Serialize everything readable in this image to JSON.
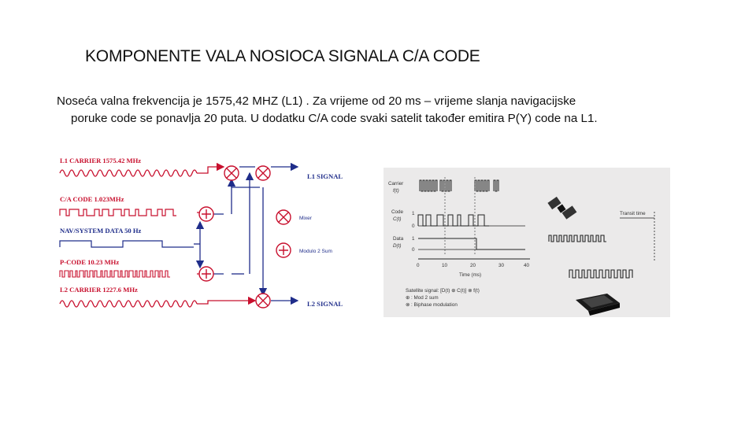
{
  "slide": {
    "title": "KOMPONENTE VALA NOSIOCA SIGNALA C/A CODE",
    "paragraph_line1": "Noseća valna frekvencija je 1575,42 MHZ (L1) . Za vrijeme od 20 ms – vrijeme slanja navigacijske",
    "paragraph_line2": "poruke code se ponavlja 20 puta. U dodatku C/A code svaki satelit također emitira P(Y) code na L1."
  },
  "left_diagram": {
    "signals": [
      {
        "label": "L1 CARRIER 1575.42 MHz"
      },
      {
        "label": "C/A CODE 1.023MHz"
      },
      {
        "label": "NAV/SYSTEM DATA 50 Hz"
      },
      {
        "label": "P-CODE 10.23 MHz"
      },
      {
        "label": "L2 CARRIER 1227.6 MHz"
      }
    ],
    "outputs": {
      "l1": "L1 SIGNAL",
      "l2": "L2 SIGNAL"
    },
    "legend": {
      "mixer": "Mixer",
      "modulo": "Modulo 2 Sum"
    },
    "colors": {
      "red": "#c8102e",
      "blue": "#1f2d8a"
    }
  },
  "right_diagram": {
    "rows": {
      "carrier": "Carrier",
      "carrier_sym": "f(t)",
      "code": "Code",
      "code_sym": "C(t)",
      "data": "Data",
      "data_sym": "D(t)"
    },
    "levels": {
      "one": "1",
      "zero": "0"
    },
    "axis_ticks": [
      "0",
      "10",
      "20",
      "30",
      "40"
    ],
    "axis_label": "Time (ms)",
    "transit_label": "Transit time",
    "caption1": "Satellite signal: [D(t) ⊕ C(t)] ⊗ f(t)",
    "caption2": "⊕ : Mod 2 sum",
    "caption3": "⊗ : Biphase modulation"
  }
}
